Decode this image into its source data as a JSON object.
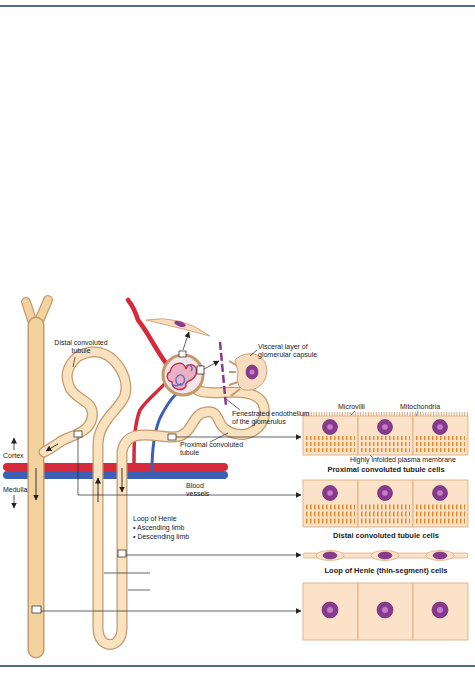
{
  "diagram": {
    "nodes": [
      {
        "text": [
          "Proximal convoluted tubule cells"
        ]
      },
      {
        "text": [
          "Distal convoluted tubule cells"
        ]
      },
      {
        "text": [
          "Loop of Henle (thin-segment) cells"
        ]
      }
    ],
    "labels": [
      "Distal convoluted tubule",
      "Visceral layer of glomerular capsule",
      "Microvilli",
      "Mitochondria",
      "Fenestrated endothelium of the glomerulus",
      "Highly infolded plasma membrane",
      "Proximal convoluted tubule",
      "Cortex",
      "Medulla",
      "Blood vessels",
      "Loop of Henle",
      "• Ascending limb",
      "• Descending limb"
    ]
  }
}
